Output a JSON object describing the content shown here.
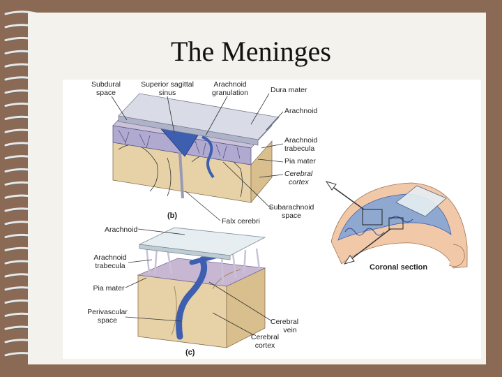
{
  "title": "The Meninges",
  "figure": {
    "top_labels": {
      "subdural_space": [
        "Subdural",
        "space"
      ],
      "superior_sagittal_sinus": [
        "Superior sagittal",
        "sinus"
      ],
      "arachnoid_granulation": [
        "Arachnoid",
        "granulation"
      ],
      "dura_mater": "Dura mater",
      "arachnoid": "Arachnoid",
      "arachnoid_trabecula": [
        "Arachnoid",
        "trabecula"
      ],
      "pia_mater": "Pia mater",
      "cerebral_cortex": [
        "Cerebral",
        "cortex"
      ],
      "subarachnoid_space": [
        "Subarachnoid",
        "space"
      ],
      "falx_cerebri": "Falx cerebri",
      "panel": "(b)"
    },
    "bottom_labels": {
      "arachnoid": "Arachnoid",
      "arachnoid_trabecula": [
        "Arachnoid",
        "trabecula"
      ],
      "pia_mater": "Pia mater",
      "perivascular_space": [
        "Perivascular",
        "space"
      ],
      "cerebral_vein": [
        "Cerebral",
        "vein"
      ],
      "cerebral_cortex": [
        "Cerebral",
        "cortex"
      ],
      "panel": "(c)"
    },
    "inset_label": "Coronal section",
    "colors": {
      "dura": "#d9dce6",
      "vessel": "#3e5fb0",
      "cortex": "#e7d2a8",
      "skin": "#f2c9a8",
      "trabecula": "#c9c2d8"
    }
  }
}
